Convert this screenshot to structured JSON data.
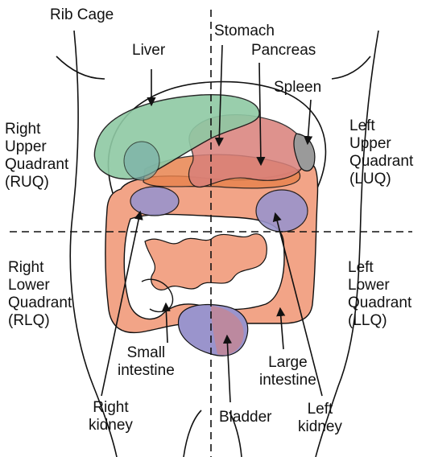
{
  "labels": {
    "rib_cage": "Rib Cage",
    "liver": "Liver",
    "stomach": "Stomach",
    "pancreas": "Pancreas",
    "spleen": "Spleen",
    "ruq": [
      "Right",
      "Upper",
      "Quadrant",
      "(RUQ)"
    ],
    "luq": [
      "Left",
      "Upper",
      "Quadrant",
      "(LUQ)"
    ],
    "rlq": [
      "Right",
      "Lower",
      "Quadrant",
      "(RLQ)"
    ],
    "llq": [
      "Left",
      "Lower",
      "Quadrant",
      "(LLQ)"
    ],
    "small_intestine": [
      "Small",
      "intestine"
    ],
    "large_intestine": [
      "Large",
      "intestine"
    ],
    "right_kidney": [
      "Right",
      "kidney"
    ],
    "left_kidney": [
      "Left",
      "kidney"
    ],
    "bladder": "Bladder"
  },
  "colors": {
    "liver": "#8fc9a4",
    "stomach": "#d9807a",
    "pancreas": "#e8844f",
    "spleen": "#9a9a9a",
    "large_intestine": "#f2a487",
    "small_intestine": "#f2a487",
    "kidney": "#9a94cc",
    "bladder": "#9a94cc",
    "outline": "#111111"
  }
}
